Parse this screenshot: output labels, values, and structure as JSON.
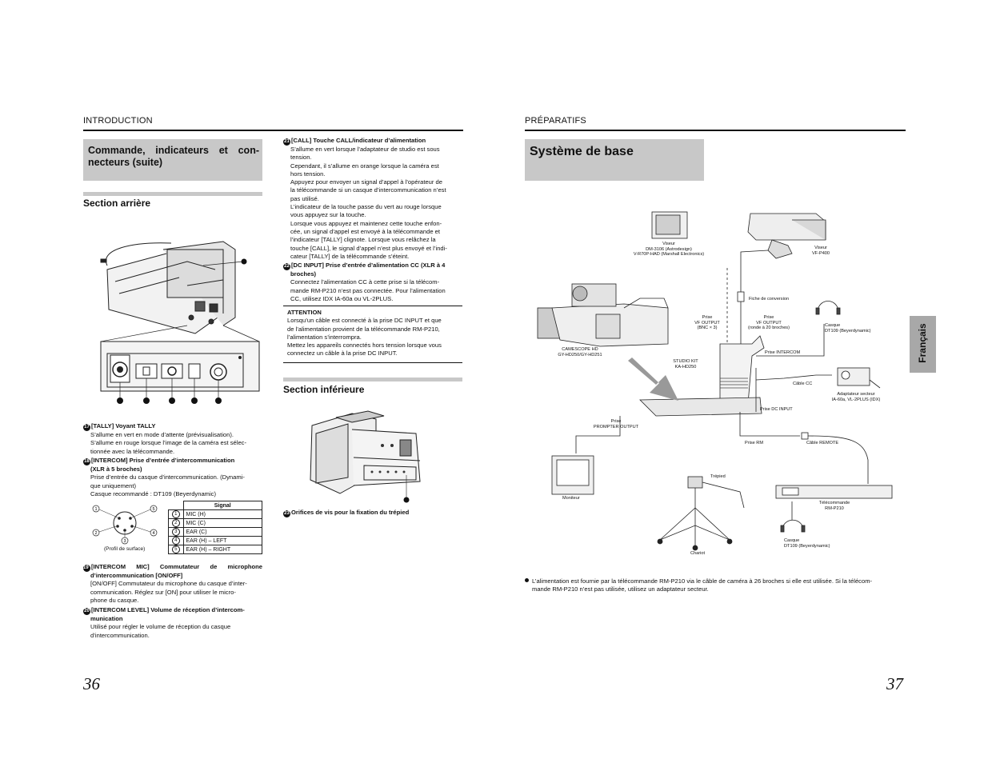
{
  "left": {
    "section": "INTRODUCTION",
    "title": "Commande, indicateurs et connecteurs (suite)",
    "title_l1": "Commande, indicateurs et con-",
    "title_l2": "necteurs (suite)",
    "rear_heading": "Section arrière",
    "items": [
      {
        "num": "17",
        "title": "[TALLY] Voyant TALLY",
        "lines": [
          "S’allume en vert en mode d’attente (prévisualisation).",
          "S’allume en rouge lorsque l’image de la caméra est sélec-",
          "tionnée avec la télécommande."
        ]
      },
      {
        "num": "18",
        "title_l1": "[INTERCOM] Prise d’entrée d’intercommunication",
        "title_l2": "(XLR à 5 broches)",
        "lines": [
          "Prise d’entrée du casque d’intercommunication. (Dynami-",
          "que uniquement)",
          "Casque recommandé : DT109 (Beyerdynamic)"
        ]
      },
      {
        "num": "19",
        "title_l1": "[INTERCOM MIC] Commutateur de microphone",
        "title_l2": "d’intercommunication [ON/OFF]",
        "lines": [
          "[ON/OFF] Commutateur du microphone du casque d’inter-",
          "communication. Réglez sur [ON] pour utiliser le micro-",
          "phone du casque."
        ]
      },
      {
        "num": "20",
        "title_l1": "[INTERCOM LEVEL] Volume de réception d’intercom-",
        "title_l2": "munication",
        "lines": [
          "Utilisé pour régler le volume de réception du casque",
          "d’intercommunication."
        ]
      }
    ],
    "signal_header": "Signal",
    "signal_rows": [
      {
        "pin": "1",
        "signal": "MIC (H)"
      },
      {
        "pin": "2",
        "signal": "MIC (C)"
      },
      {
        "pin": "3",
        "signal": "EAR (C)"
      },
      {
        "pin": "4",
        "signal": "EAR (H) – LEFT"
      },
      {
        "pin": "5",
        "signal": "EAR (H) – RIGHT"
      }
    ],
    "profile_caption": "(Profil de surface)",
    "page_number": "36"
  },
  "middle": {
    "items": [
      {
        "num": "21",
        "title": "[CALL] Touche CALL/indicateur d’alimentation",
        "lines": [
          "S’allume en vert lorsque l’adaptateur de studio est sous",
          "tension.",
          "Cependant, il s’allume en orange lorsque la caméra est",
          "hors tension.",
          "Appuyez pour envoyer un signal d’appel à l’opérateur de",
          "la télécommande si un casque d’intercommunication n’est",
          "pas utilisé.",
          "L’indicateur de la touche passe du vert au rouge lorsque",
          "vous appuyez sur la touche.",
          "Lorsque vous appuyez et maintenez cette touche enfon-",
          "cée, un signal d’appel est envoyé à la télécommande et",
          "l’indicateur [TALLY] clignote. Lorsque vous relâchez la",
          "touche [CALL], le signal d’appel n’est plus envoyé et l’indi-",
          "cateur [TALLY] de la télécommande s’éteint."
        ]
      },
      {
        "num": "22",
        "title_l1": "[DC INPUT] Prise d’entrée d’alimentation CC (XLR à 4",
        "title_l2": "broches)",
        "lines": [
          "Connectez l’alimentation CC à cette prise si la télécom-",
          "mande RM-P210 n’est pas connectée. Pour l’alimentation",
          "CC, utilisez IDX IA-60a ou VL-2PLUS."
        ]
      }
    ],
    "attention_title": "ATTENTION",
    "attention_lines": [
      "Lorsqu’un câble est connecté à la prise DC INPUT et que",
      "de l’alimentation provient de la télécommande RM-P210,",
      "l’alimentation s’interrompra.",
      "Mettez les appareils connectés hors tension lorsque vous",
      "connectez un câble à la prise DC INPUT."
    ],
    "bottom_heading": "Section inférieure",
    "tripod_num": "23",
    "tripod_caption": "Orifices de vis pour la fixation du trépied"
  },
  "right": {
    "section": "PRÉPARATIFS",
    "title": "Système de base",
    "side_tab": "Français",
    "labels": {
      "viseur_dm": [
        "Viseur",
        "DM-3106 (Astrodesign)",
        "V-R70P-HAD (Marshall Electronics)"
      ],
      "viseur_vf": [
        "Viseur",
        "VF-P400"
      ],
      "fiche": [
        "Fiche de conversion"
      ],
      "casque1": [
        "Casque",
        "DT109 (Beyerdynamic)"
      ],
      "prise_bnc": [
        "Prise",
        "VF OUTPUT",
        "(BNC × 3)"
      ],
      "prise_ronde": [
        "Prise",
        "VF OUTPUT",
        "(ronde à 20 broches)"
      ],
      "camescope": [
        "CAMESCOPE HD",
        "GY-HD250/GY-HD251"
      ],
      "studio_kit": [
        "STUDIO KIT",
        "KA-HD250"
      ],
      "prise_intercom": [
        "Prise INTERCOM"
      ],
      "cable_cc": [
        "Câble CC"
      ],
      "adaptateur": [
        "Adaptateur secteur",
        "IA-60a, VL-2PLUS (IDX)"
      ],
      "prise_dc": [
        "Prise DC INPUT"
      ],
      "prompter": [
        "Prise",
        "PROMPTER OUTPUT"
      ],
      "prise_rm": [
        "Prise RM"
      ],
      "cable_remote": [
        "Câble REMOTE"
      ],
      "moniteur": [
        "Moniteur"
      ],
      "trepied": [
        "Trépied"
      ],
      "telecommande": [
        "Télécommande",
        "RM-P210"
      ],
      "casque2": [
        "Casque",
        "DT109 (Beyerdynamic)"
      ],
      "chariot": [
        "Chariot"
      ]
    },
    "note_l1": "L’alimentation est fournie par la télécommande RM-P210 via le câble de caméra à 26 broches si elle est utilisée. Si la télécom-",
    "note_l2": "mande RM-P210 n’est pas utilisée, utilisez un adaptateur secteur.",
    "page_number": "37"
  }
}
